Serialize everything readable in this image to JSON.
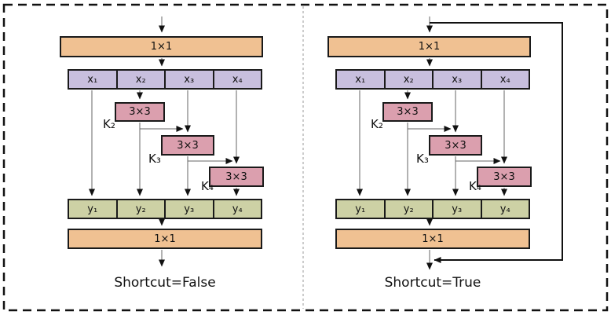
{
  "figure": {
    "left": {
      "caption": "Shortcut=False",
      "conv_in": "1×1",
      "conv_out": "1×1",
      "x_cells": [
        "x₁",
        "x₂",
        "x₃",
        "x₄"
      ],
      "y_cells": [
        "y₁",
        "y₂",
        "y₃",
        "y₄"
      ],
      "k_ops": [
        "3×3",
        "3×3",
        "3×3"
      ],
      "k_names": [
        "K₂",
        "K₃",
        "K₄"
      ]
    },
    "right": {
      "caption": "Shortcut=True",
      "conv_in": "1×1",
      "conv_out": "1×1",
      "x_cells": [
        "x₁",
        "x₂",
        "x₃",
        "x₄"
      ],
      "y_cells": [
        "y₁",
        "y₂",
        "y₃",
        "y₄"
      ],
      "k_ops": [
        "3×3",
        "3×3",
        "3×3"
      ],
      "k_names": [
        "K₂",
        "K₃",
        "K₄"
      ]
    },
    "colors": {
      "conv_1x1_fill": "#F0C192",
      "split_row_fill": "#C8BFDE",
      "conv_3x3_fill": "#DB9FAE",
      "concat_row_fill": "#CDD1A5",
      "box_outline": "#1A1A1A",
      "wire_gray": "#666666",
      "shortcut_black": "#111111",
      "divider_gray": "#999999"
    }
  }
}
